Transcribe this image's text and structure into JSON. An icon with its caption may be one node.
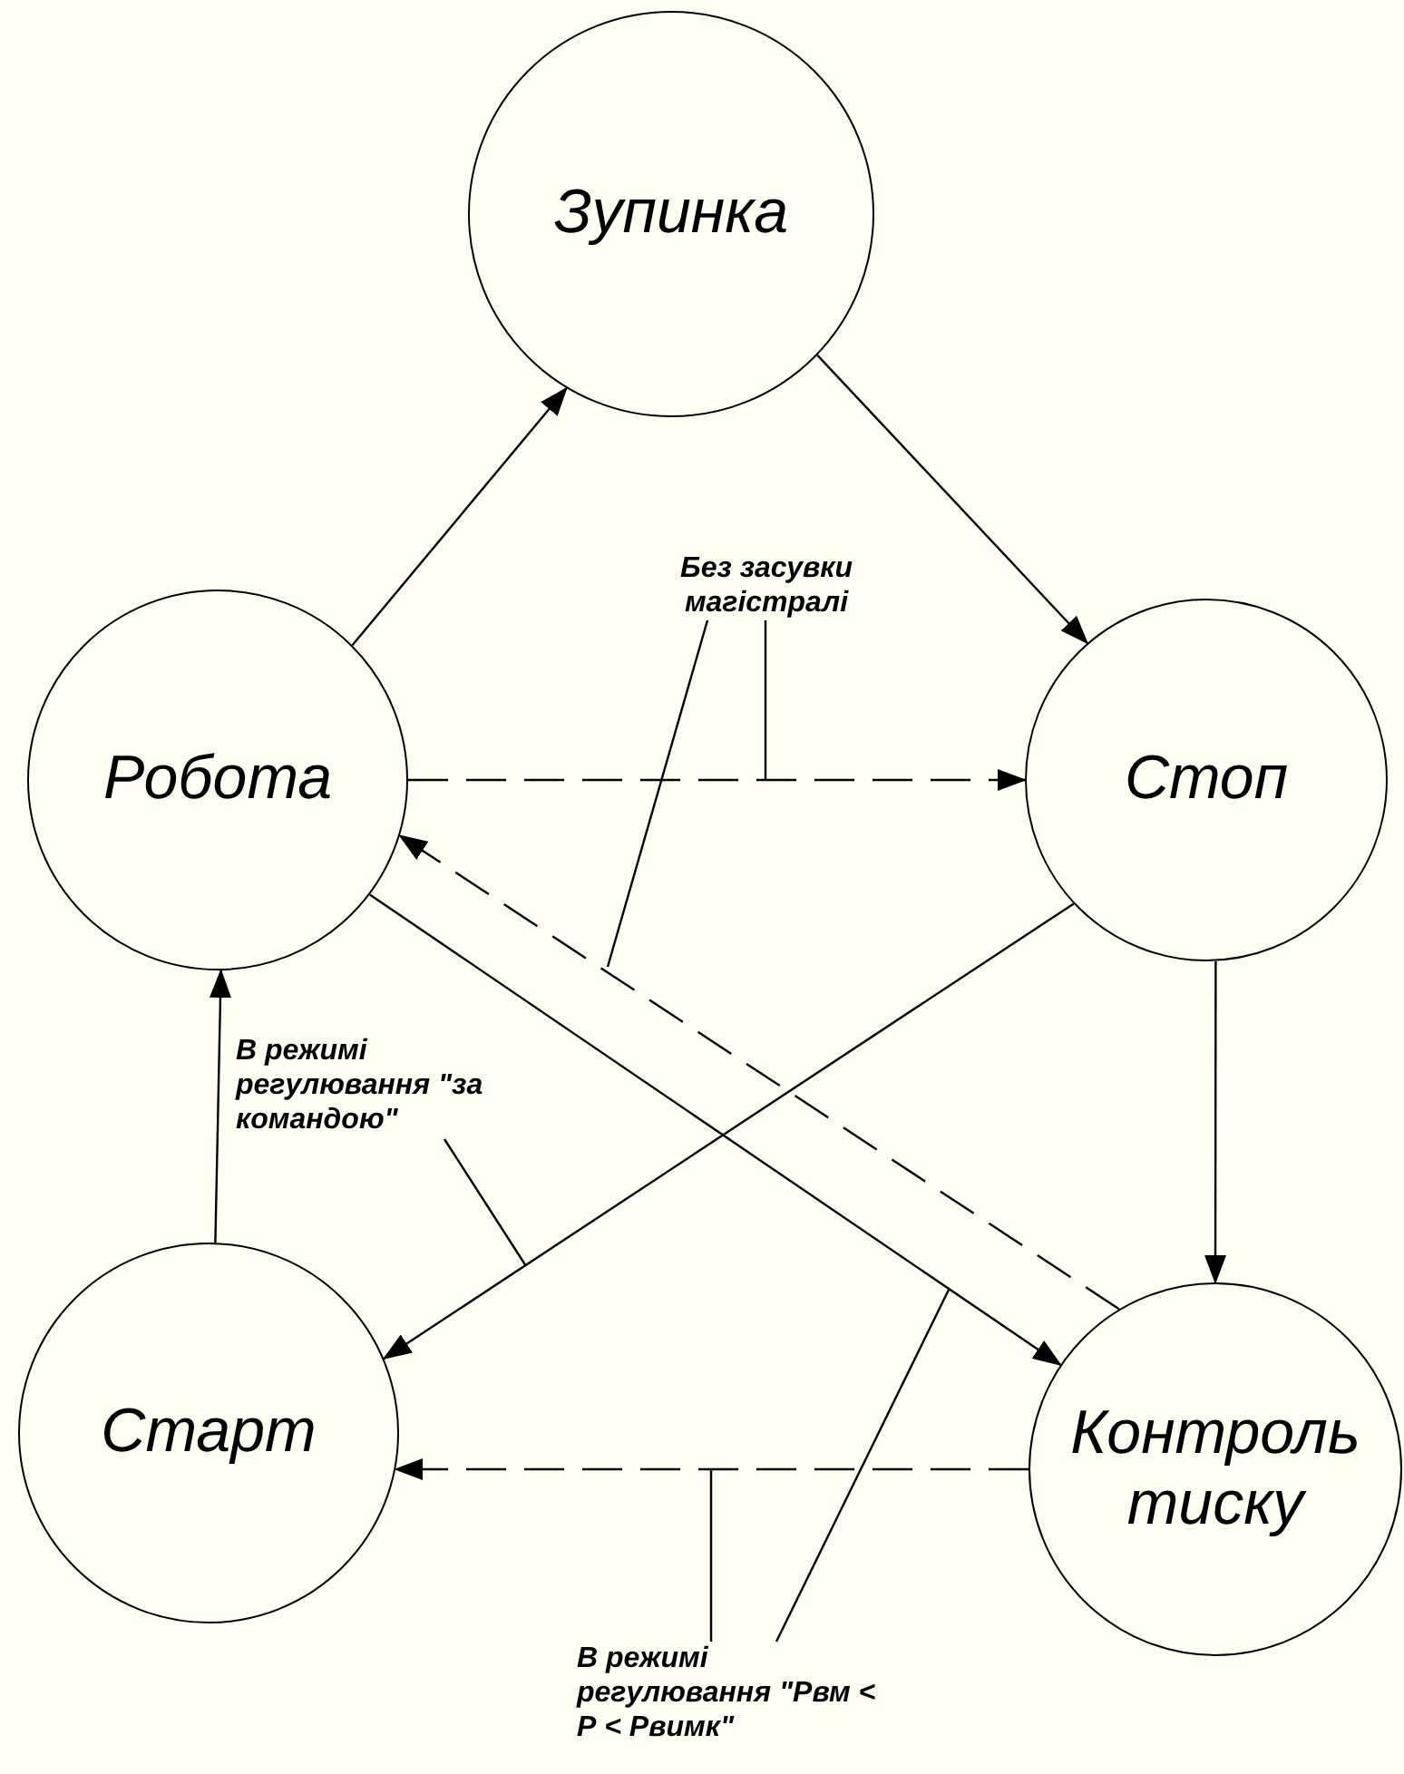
{
  "diagram": {
    "nodes": [
      {
        "text": [
          "Зупинка"
        ]
      },
      {
        "text": [
          "Без засувки магістралі"
        ]
      },
      {
        "text": [
          "Робота"
        ]
      },
      {
        "text": [
          "Стоп"
        ]
      },
      {
        "text": [
          "В режимі регулювання \"за командою\""
        ]
      },
      {
        "text": [
          "Старт"
        ]
      },
      {
        "text": [
          "Контроль тиску"
        ]
      },
      {
        "text": [
          "В режимі регулювання \"Рвм < Р < Рвимк\""
        ]
      }
    ],
    "edges": [
      {
        "from": 2,
        "to": 0,
        "arrow": "to"
      },
      {
        "from": 0,
        "to": 3,
        "arrow": "to"
      },
      {
        "from": 2,
        "to": 3,
        "arrow": "to",
        "style": "dashed"
      },
      {
        "from": 3,
        "to": 6,
        "arrow": "to"
      },
      {
        "from": 3,
        "to": 5,
        "arrow": "to"
      },
      {
        "from": 2,
        "to": 6,
        "arrow": "to"
      },
      {
        "from": 6,
        "to": 2,
        "arrow": "to",
        "style": "dashed"
      },
      {
        "from": 5,
        "to": 2,
        "arrow": "to"
      },
      {
        "from": 6,
        "to": 5,
        "arrow": "to",
        "style": "dashed"
      },
      {
        "from": 1,
        "to": null,
        "arrow": "none"
      },
      {
        "from": 1,
        "to": null,
        "arrow": "none"
      },
      {
        "from": 4,
        "to": null,
        "arrow": "none"
      },
      {
        "from": 7,
        "to": null,
        "arrow": "none"
      },
      {
        "from": 7,
        "to": null,
        "arrow": "none"
      }
    ]
  }
}
